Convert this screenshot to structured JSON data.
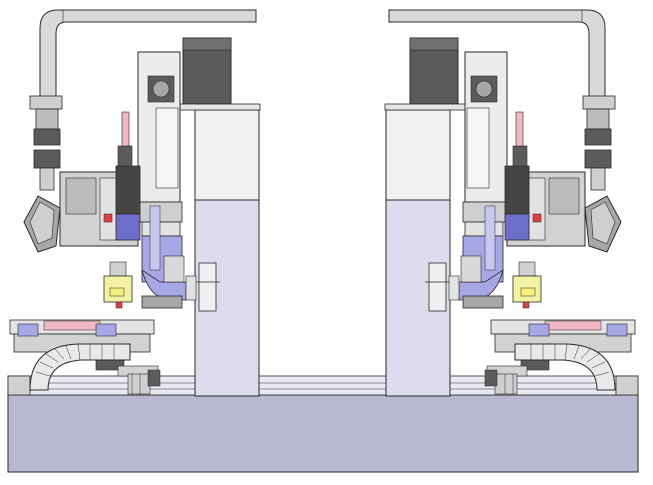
{
  "title": "",
  "colors": {
    "background": "#ffffff",
    "outline": "#2a2a2a",
    "base_fill": "#b8b8d2",
    "column_fill": "#dcdcec",
    "column_upper": "#f1f1f1",
    "gray_light": "#d9d9d9",
    "gray_mid": "#a7a7a7",
    "gray_dark": "#5b5b5b",
    "motor_dark": "#454545",
    "purple": "#a7a7e6",
    "purple_dark": "#6e6ec8",
    "yellow": "#f2f27a",
    "pink": "#f1b7c2",
    "red": "#e04040"
  },
  "assembly": {
    "halves": [
      "left-head-assembly",
      "right-head-assembly"
    ],
    "cable_chain_links": 14
  }
}
